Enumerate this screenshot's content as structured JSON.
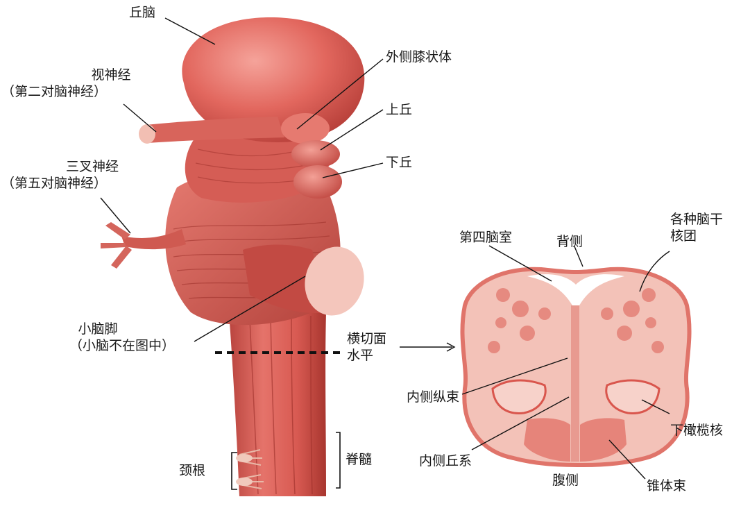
{
  "labels": {
    "thalamus": "丘脑",
    "optic_nerve": "视神经",
    "optic_nerve_note": "（第二对脑神经）",
    "trigeminal_nerve": "三叉神经",
    "trigeminal_note": "（第五对脑神经）",
    "cerebellar_peduncle": "小脑脚",
    "cerebellar_peduncle_note": "（小脑不在图中）",
    "lateral_geniculate": "外侧膝状体",
    "superior_colliculus": "上丘",
    "inferior_colliculus": "下丘",
    "cross_section": "横切面",
    "horizontal": "水平",
    "spinal_cord": "脊髓",
    "cervical_roots": "颈根",
    "fourth_ventricle": "第四脑室",
    "dorsal": "背侧",
    "brainstem_nuclei_1": "各种脑干",
    "brainstem_nuclei_2": "核团",
    "mlf": "内侧纵束",
    "medial_lemniscus": "内侧丘系",
    "ventral": "腹侧",
    "pyramidal_tract": "锥体束",
    "inferior_olive": "下橄榄核"
  }
}
